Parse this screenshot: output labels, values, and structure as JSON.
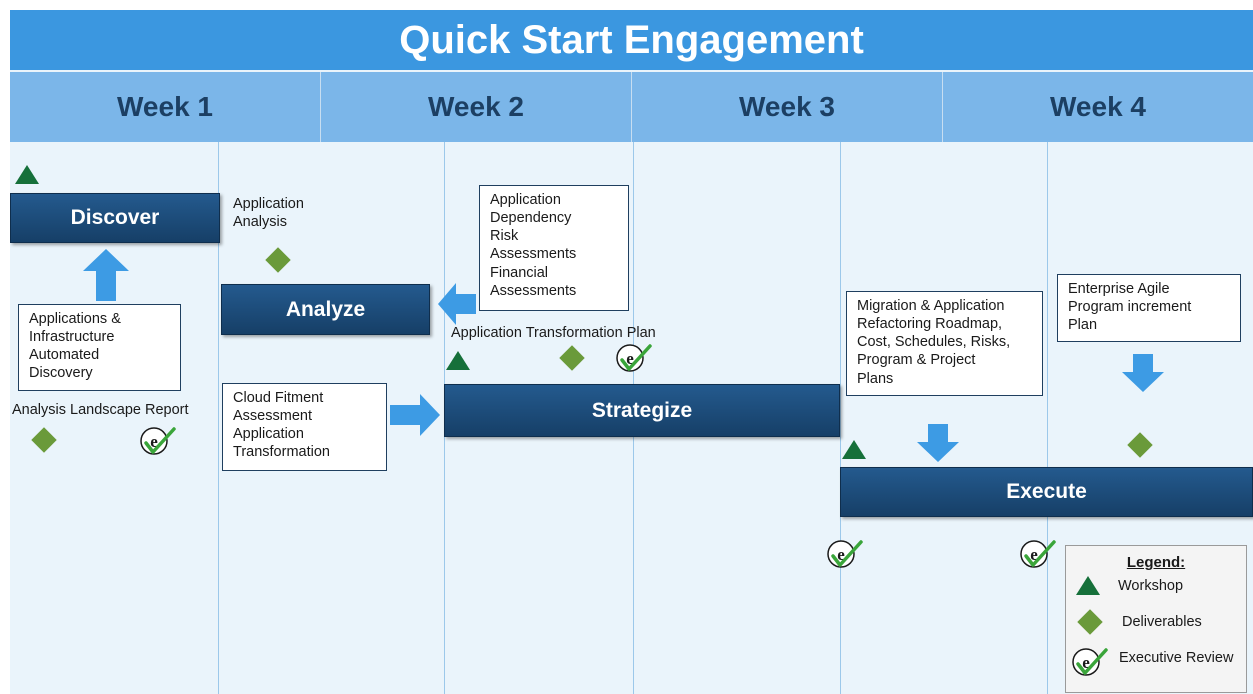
{
  "title": "Quick Start Engagement",
  "weeks": [
    "Week 1",
    "Week 2",
    "Week 3",
    "Week 4"
  ],
  "phases": {
    "discover": "Discover",
    "analyze": "Analyze",
    "strategize": "Strategize",
    "execute": "Execute"
  },
  "boxes": {
    "applications_discovery": "Applications &\nInfrastructure\nAutomated\nDiscovery",
    "cloud_fitment": "Cloud Fitment\nAssessment\nApplication\nTransformation",
    "dependency_risk": "Application\nDependency\nRisk\nAssessments\nFinancial\nAssessments",
    "migration_roadmap": "Migration  & Application\nRefactoring Roadmap,\nCost, Schedules, Risks,\nProgram & Project\nPlans",
    "enterprise_agile": "Enterprise Agile\nProgram increment\nPlan"
  },
  "labels": {
    "application_analysis": "Application\nAnalysis",
    "analysis_landscape_report": "Analysis  Landscape Report",
    "application_transformation_plan": "Application  Transformation  Plan"
  },
  "legend": {
    "title": "Legend:",
    "workshop": "Workshop",
    "deliverables": "Deliverables",
    "executive_review": "Executive Review"
  },
  "colors": {
    "title_bar": "#3b97e0",
    "week_row": "#7bb6e9",
    "phase_fill": "#1f4f7f",
    "workshop": "#16703a",
    "deliverable": "#6a9a3a",
    "arrow": "#3d9be4"
  },
  "icons": {
    "workshop": "triangle-icon",
    "deliverable": "diamond-icon",
    "executive_review": "e-checkmark-icon",
    "flow": "block-arrow-icon"
  }
}
